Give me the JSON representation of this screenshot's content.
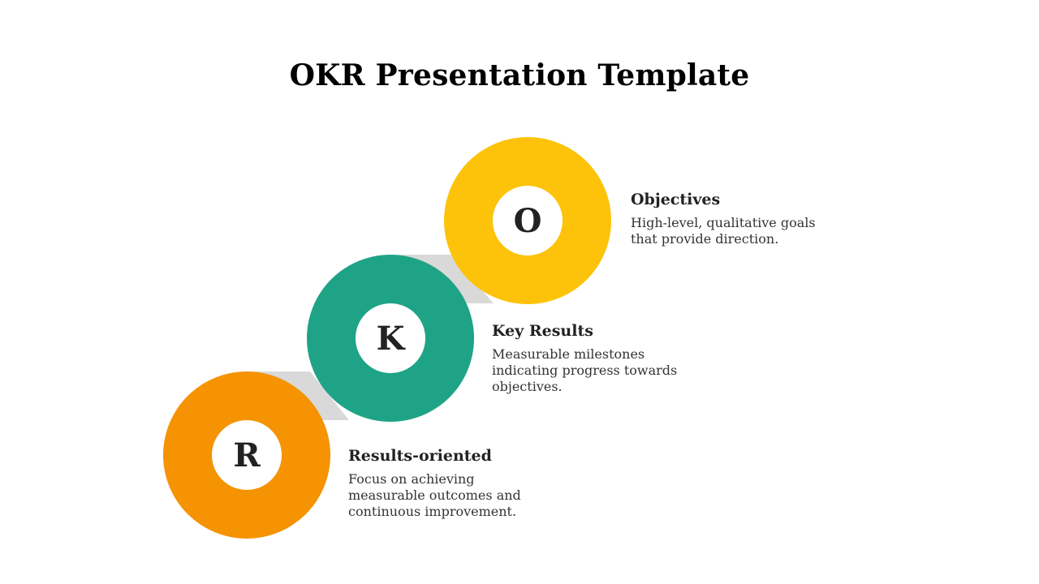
{
  "title": "OKR Presentation Template",
  "colors": {
    "objectives": "#fdc30a",
    "key_results": "#1fa386",
    "results_oriented": "#f59302",
    "connector": "#d9d9d9"
  },
  "items": [
    {
      "letter": "O",
      "heading": "Objectives",
      "description": "High-level, qualitative goals that provide direction."
    },
    {
      "letter": "K",
      "heading": "Key Results",
      "description": "Measurable milestones indicating progress towards objectives."
    },
    {
      "letter": "R",
      "heading": "Results-oriented",
      "description": "Focus on achieving measurable outcomes and continuous improvement."
    }
  ]
}
